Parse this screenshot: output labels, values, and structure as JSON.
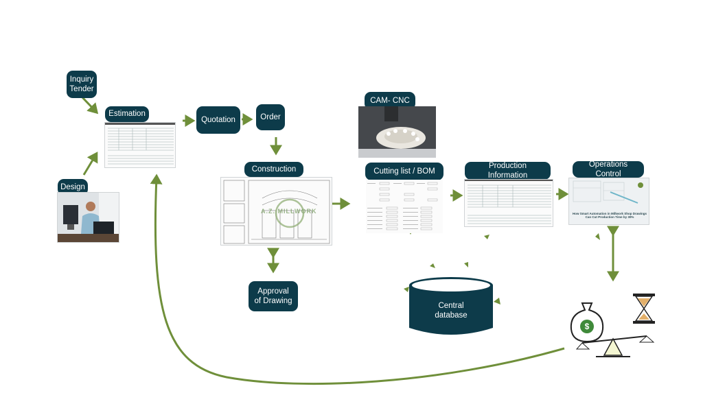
{
  "diagram": {
    "nodes": {
      "inquiry": "Inquiry\nTender",
      "estimation": "Estimation",
      "quotation": "Quotation",
      "order": "Order",
      "design": "Design",
      "cam": "CAM- CNC",
      "construction": "Construction",
      "cutting": "Cutting list / BOM",
      "production": "Production Information",
      "operations": "Operations Control",
      "approval": "Approval\nof Drawing",
      "database": "Central\ndatabase"
    },
    "ops_caption": "How Smart Automation in Millwork Shop Drawings\nCan Cut Production Time by 30%",
    "construction_watermark": "A.Z. MILLWORK",
    "colors": {
      "node_bg": "#0d3b4a",
      "arrow": "#6f8f3a",
      "node_text": "#ffffff",
      "dollar": "#3f8a3a"
    },
    "icons": [
      "balance-scale-icon",
      "money-bag-icon",
      "hourglass-icon",
      "database-cylinder-icon"
    ]
  }
}
